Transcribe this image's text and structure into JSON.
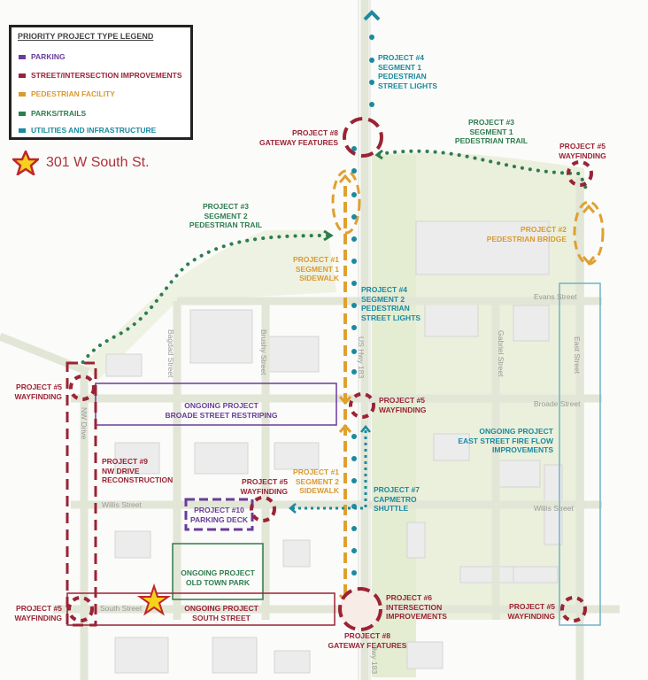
{
  "legend": {
    "title": "PRIORITY PROJECT TYPE LEGEND",
    "items": [
      {
        "label": "PARKING",
        "color": "#6a3d9a"
      },
      {
        "label": "STREET/INTERSECTION IMPROVEMENTS",
        "color": "#9b2335"
      },
      {
        "label": "PEDESTRIAN FACILITY",
        "color": "#d99a30"
      },
      {
        "label": "PARKS/TRAILS",
        "color": "#2e7d4f"
      },
      {
        "label": "UTILITIES AND INFRASTRUCTURE",
        "color": "#1a8aa0"
      }
    ]
  },
  "address": {
    "icon": "star-icon",
    "text": "301 W South St."
  },
  "labels": {
    "p4s1": "PROJECT #4\nSEGMENT 1\nPEDESTRIAN\nSTREET LIGHTS",
    "p8top": "PROJECT #8\nGATEWAY FEATURES",
    "p3s1": "PROJECT #3\nSEGMENT 1\nPEDESTRIAN TRAIL",
    "p5tr": "PROJECT #5\nWAYFINDING",
    "p2": "PROJECT #2\nPEDESTRIAN BRIDGE",
    "p3s2": "PROJECT #3\nSEGMENT 2\nPEDESTRIAN TRAIL",
    "p1s1": "PROJECT #1\nSEGMENT 1\nSIDEWALK",
    "p4s2": "PROJECT #4\nSEGMENT 2\nPEDESTRIAN\nSTREET LIGHTS",
    "p5l": "PROJECT #5\nWAYFINDING",
    "broade": "ONGOING PROJECT\nBROADE STREET RESTRIPING",
    "p5hwy": "PROJECT #5\nWAYFINDING",
    "eastst": "ONGOING PROJECT\nEAST STREET FIRE FLOW\nIMPROVEMENTS",
    "p9": "PROJECT #9\nNW DRIVE\nRECONSTRUCTION",
    "p1s2": "PROJECT #1\nSEGMENT 2\nSIDEWALK",
    "p5mid": "PROJECT #5\nWAYFINDING",
    "p7": "PROJECT #7\nCAPMETRO\nSHUTTLE",
    "p10": "PROJECT #10\nPARKING DECK",
    "oldtown": "ONGOING PROJECT\nOLD TOWN PARK",
    "southst": "ONGOING PROJECT\nSOUTH STREET",
    "p5bl": "PROJECT #5\nWAYFINDING",
    "p6": "PROJECT #6\nINTERSECTION\nIMPROVEMENTS",
    "p8bot": "PROJECT #8\nGATEWAY FEATURES",
    "p5br": "PROJECT #5\nWAYFINDING"
  },
  "streets": {
    "evans": "Evans Street",
    "broade": "Broade Street",
    "willis_e": "Willis Street",
    "willis_w": "Willis Street",
    "south": "South Street",
    "hwy": "US Hwy 183",
    "hwy_s": "Hwy 183",
    "bagdad": "Bagdad Street",
    "brushy": "Brushy Street",
    "gabriel": "Gabriel Street",
    "east": "East Street",
    "nwdrive": "NW Drive"
  }
}
